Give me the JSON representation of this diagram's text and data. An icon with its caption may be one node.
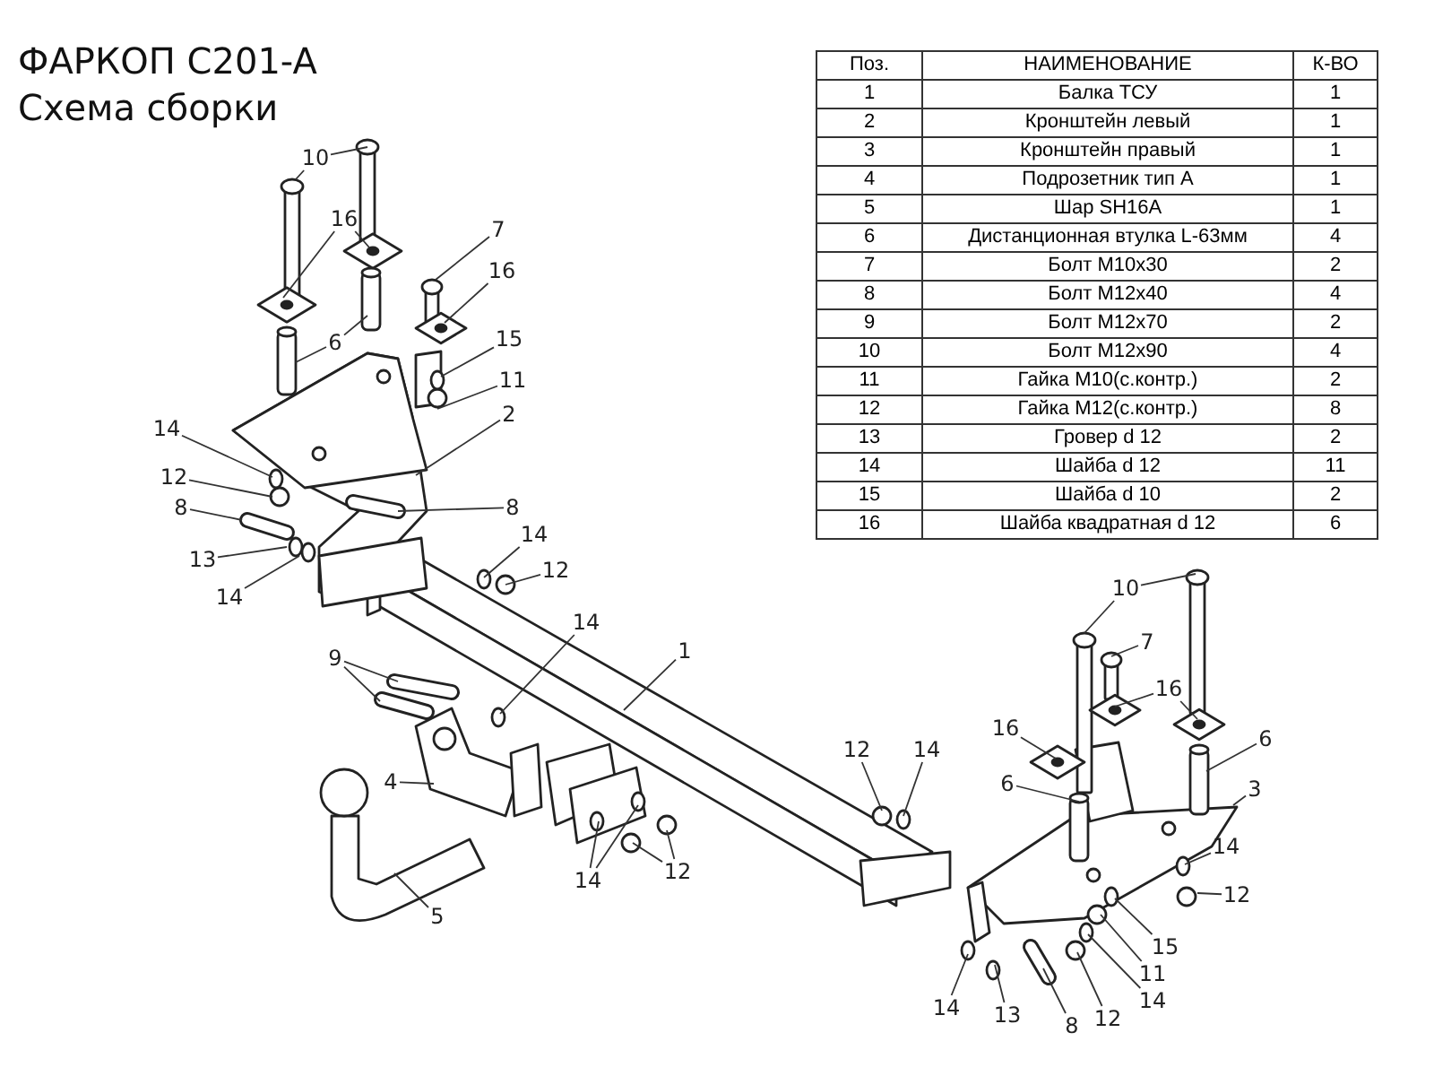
{
  "diagram": {
    "title": "ФАРКОП C201-A",
    "nodes": [
      {
        "text": [
          "10"
        ]
      },
      {
        "text": [
          "16"
        ]
      },
      {
        "text": [
          "6"
        ]
      },
      {
        "text": [
          "7"
        ]
      },
      {
        "text": [
          "16"
        ]
      },
      {
        "text": [
          "15"
        ]
      },
      {
        "text": [
          "11"
        ]
      },
      {
        "text": [
          "2"
        ]
      },
      {
        "text": [
          "14"
        ]
      },
      {
        "text": [
          "12"
        ]
      },
      {
        "text": [
          "8"
        ]
      },
      {
        "text": [
          "8"
        ]
      },
      {
        "text": [
          "13"
        ]
      },
      {
        "text": [
          "14"
        ]
      },
      {
        "text": [
          "14"
        ]
      },
      {
        "text": [
          "12"
        ]
      },
      {
        "text": [
          "14"
        ]
      },
      {
        "text": [
          "1"
        ]
      },
      {
        "text": [
          "9"
        ]
      },
      {
        "text": [
          "4"
        ]
      },
      {
        "text": [
          "14"
        ]
      },
      {
        "text": [
          "12"
        ]
      },
      {
        "text": [
          "5"
        ]
      },
      {
        "text": [
          "12"
        ]
      },
      {
        "text": [
          "14"
        ]
      },
      {
        "text": [
          "10"
        ]
      },
      {
        "text": [
          "7"
        ]
      },
      {
        "text": [
          "16"
        ]
      },
      {
        "text": [
          "16"
        ]
      },
      {
        "text": [
          "6"
        ]
      },
      {
        "text": [
          "6"
        ]
      },
      {
        "text": [
          "3"
        ]
      },
      {
        "text": [
          "14"
        ]
      },
      {
        "text": [
          "12"
        ]
      },
      {
        "text": [
          "15"
        ]
      },
      {
        "text": [
          "11"
        ]
      },
      {
        "text": [
          "14"
        ]
      },
      {
        "text": [
          "12"
        ]
      },
      {
        "text": [
          "8"
        ]
      },
      {
        "text": [
          "13"
        ]
      },
      {
        "text": [
          "14"
        ]
      }
    ],
    "edges": [
      {
        "from": 0,
        "to": null,
        "arrow": "none"
      },
      {
        "from": 0,
        "to": null,
        "arrow": "none"
      },
      {
        "from": 1,
        "to": null,
        "arrow": "none"
      },
      {
        "from": 1,
        "to": null,
        "arrow": "none"
      },
      {
        "from": 2,
        "to": null,
        "arrow": "none"
      },
      {
        "from": 2,
        "to": null,
        "arrow": "none"
      },
      {
        "from": 3,
        "to": null,
        "arrow": "none"
      },
      {
        "from": 4,
        "to": null,
        "arrow": "none"
      },
      {
        "from": 5,
        "to": null,
        "arrow": "none"
      },
      {
        "from": 6,
        "to": null,
        "arrow": "none"
      },
      {
        "from": 7,
        "to": null,
        "arrow": "none"
      },
      {
        "from": 8,
        "to": null,
        "arrow": "none"
      },
      {
        "from": 9,
        "to": null,
        "arrow": "none"
      },
      {
        "from": 10,
        "to": null,
        "arrow": "none"
      },
      {
        "from": 11,
        "to": null,
        "arrow": "none"
      },
      {
        "from": 12,
        "to": null,
        "arrow": "none"
      },
      {
        "from": 13,
        "to": null,
        "arrow": "none"
      },
      {
        "from": 14,
        "to": null,
        "arrow": "none"
      },
      {
        "from": 15,
        "to": null,
        "arrow": "none"
      },
      {
        "from": 16,
        "to": null,
        "arrow": "none"
      },
      {
        "from": 17,
        "to": null,
        "arrow": "none"
      },
      {
        "from": 18,
        "to": null,
        "arrow": "none"
      },
      {
        "from": 18,
        "to": null,
        "arrow": "none"
      },
      {
        "from": 19,
        "to": null,
        "arrow": "none"
      },
      {
        "from": 20,
        "to": null,
        "arrow": "none"
      },
      {
        "from": 20,
        "to": null,
        "arrow": "none"
      },
      {
        "from": 21,
        "to": null,
        "arrow": "none"
      },
      {
        "from": 21,
        "to": null,
        "arrow": "none"
      },
      {
        "from": 22,
        "to": null,
        "arrow": "none"
      },
      {
        "from": 23,
        "to": null,
        "arrow": "none"
      },
      {
        "from": 24,
        "to": null,
        "arrow": "none"
      },
      {
        "from": 25,
        "to": null,
        "arrow": "none"
      },
      {
        "from": 25,
        "to": null,
        "arrow": "none"
      },
      {
        "from": 26,
        "to": null,
        "arrow": "none"
      },
      {
        "from": 27,
        "to": null,
        "arrow": "none"
      },
      {
        "from": 27,
        "to": null,
        "arrow": "none"
      },
      {
        "from": 28,
        "to": null,
        "arrow": "none"
      },
      {
        "from": 29,
        "to": null,
        "arrow": "none"
      },
      {
        "from": 30,
        "to": null,
        "arrow": "none"
      },
      {
        "from": 31,
        "to": null,
        "arrow": "none"
      },
      {
        "from": 32,
        "to": null,
        "arrow": "none"
      },
      {
        "from": 33,
        "to": null,
        "arrow": "none"
      },
      {
        "from": 34,
        "to": null,
        "arrow": "none"
      },
      {
        "from": 35,
        "to": null,
        "arrow": "none"
      },
      {
        "from": 36,
        "to": null,
        "arrow": "none"
      },
      {
        "from": 37,
        "to": null,
        "arrow": "none"
      },
      {
        "from": 38,
        "to": null,
        "arrow": "none"
      },
      {
        "from": 39,
        "to": null,
        "arrow": "none"
      },
      {
        "from": 40,
        "to": null,
        "arrow": "none"
      }
    ],
    "labels": [
      "Схема сборки",
      "Поз.",
      "НАИМЕНОВАНИЕ",
      "К-ВО",
      "1",
      "Балка ТСУ",
      "1",
      "2",
      "Кронштейн левый",
      "1",
      "3",
      "Кронштейн правый",
      "1",
      "4",
      "Подрозетник тип А",
      "1",
      "5",
      "Шар SH16A",
      "1",
      "6",
      "Дистанционная втулка L-63мм",
      "4",
      "7",
      "Болт М10х30",
      "2",
      "8",
      "Болт М12х40",
      "4",
      "9",
      "Болт М12х70",
      "2",
      "10",
      "Болт М12х90",
      "4",
      "11",
      "Гайка  М10(с.контр.)",
      "2",
      "12",
      "Гайка М12(с.контр.)",
      "8",
      "13",
      "Гровер d 12",
      "2",
      "14",
      "Шайба d 12",
      "11",
      "15",
      "Шайба d 10",
      "2",
      "16",
      "Шайба квадратная d 12",
      "6"
    ]
  }
}
